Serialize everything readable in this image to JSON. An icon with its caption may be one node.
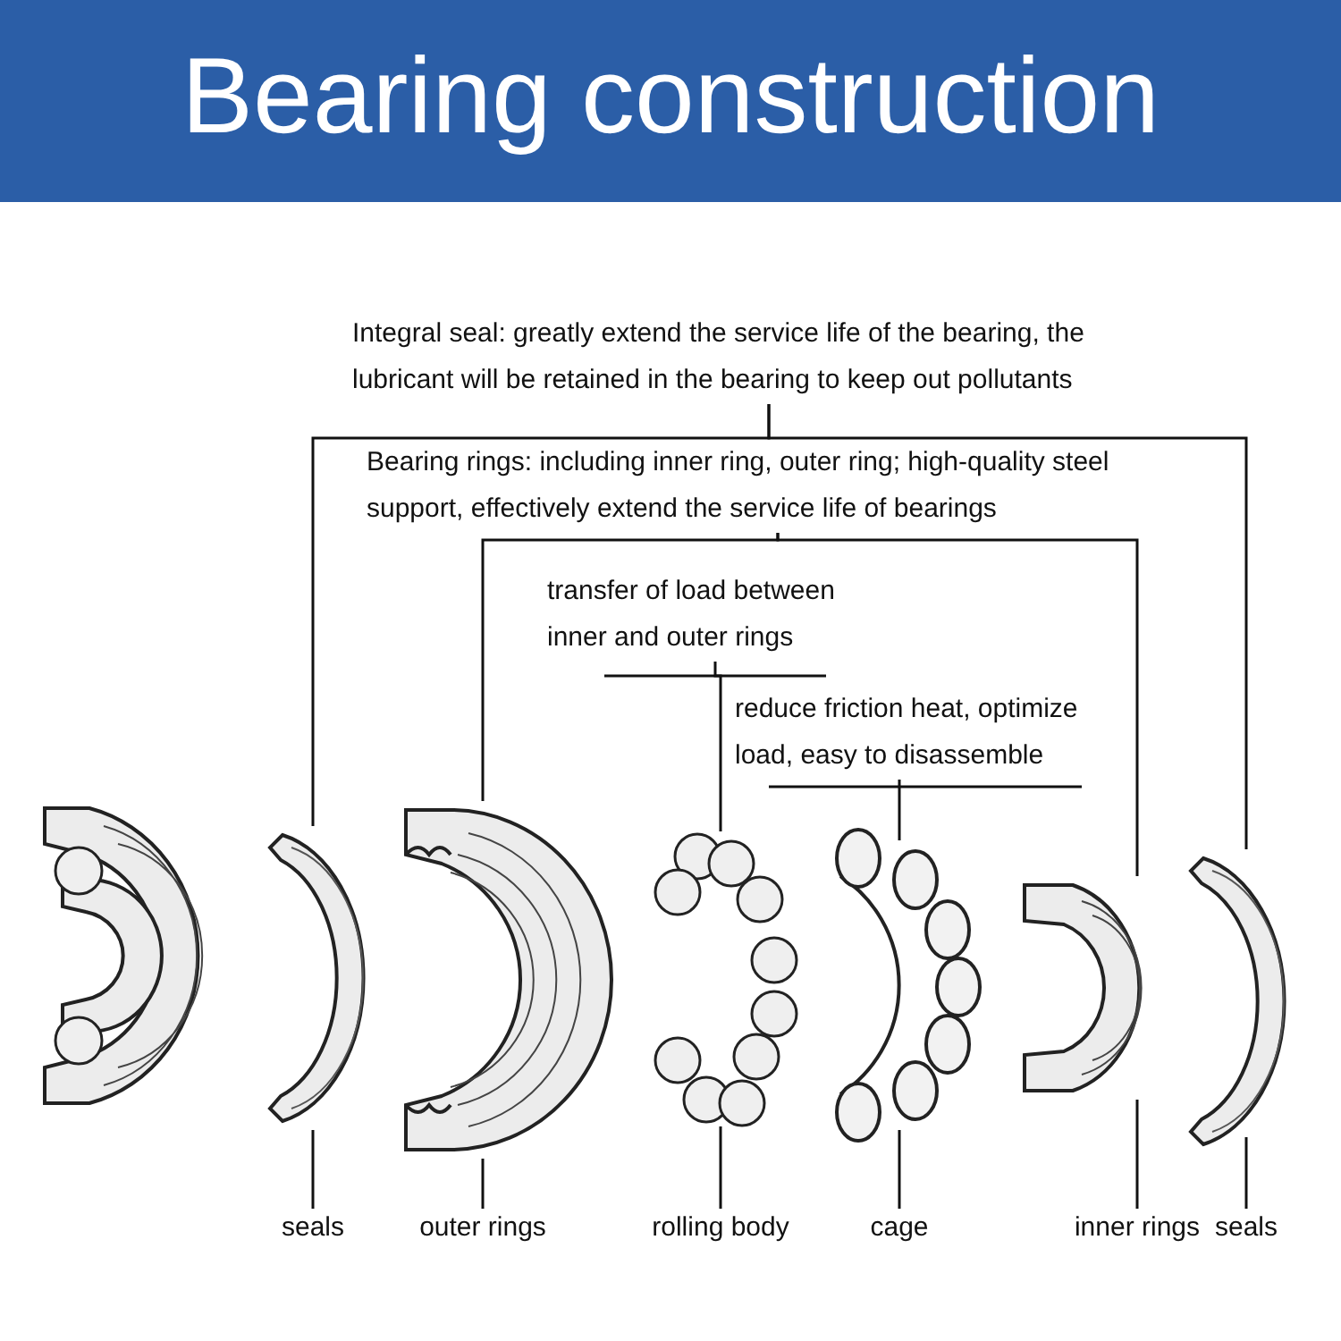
{
  "diagram": {
    "title": "Bearing construction",
    "nodes": [
      {
        "text": [
          "Integral seal: greatly extend the service life of the bearing, the lubricant will be retained in the bearing to keep out pollutants"
        ]
      },
      {
        "text": [
          "Bearing rings: including inner ring, outer ring; high-quality steel support, effectively extend the service life of bearings"
        ]
      },
      {
        "text": [
          "transfer of load between inner and outer rings"
        ]
      },
      {
        "text": [
          "reduce friction heat, optimize load, easy to disassemble"
        ]
      },
      {
        "text": [],
        "shape": "picture"
      },
      {
        "text": [],
        "shape": "picture"
      },
      {
        "text": [],
        "shape": "picture"
      },
      {
        "text": [],
        "shape": "picture"
      },
      {
        "text": [],
        "shape": "picture"
      },
      {
        "text": [],
        "shape": "picture"
      },
      {
        "text": [
          "seals"
        ]
      },
      {
        "text": [
          "outer rings"
        ]
      },
      {
        "text": [
          "rolling body"
        ]
      },
      {
        "text": [
          "cage"
        ]
      },
      {
        "text": [
          "inner rings"
        ]
      },
      {
        "text": [
          "seals"
        ]
      }
    ],
    "edges": [
      {
        "from": 0,
        "to": 4,
        "arrow": "none"
      },
      {
        "from": 0,
        "to": 9,
        "arrow": "none"
      },
      {
        "from": 1,
        "to": 5,
        "arrow": "none"
      },
      {
        "from": 1,
        "to": 8,
        "arrow": "none"
      },
      {
        "from": 2,
        "to": 6,
        "arrow": "none"
      },
      {
        "from": 3,
        "to": 7,
        "arrow": "none"
      },
      {
        "from": 10,
        "to": 4,
        "arrow": "none"
      },
      {
        "from": 11,
        "to": 5,
        "arrow": "none"
      },
      {
        "from": 12,
        "to": 6,
        "arrow": "none"
      },
      {
        "from": 13,
        "to": 7,
        "arrow": "none"
      },
      {
        "from": 14,
        "to": 8,
        "arrow": "none"
      },
      {
        "from": 15,
        "to": 9,
        "arrow": "none"
      }
    ]
  }
}
